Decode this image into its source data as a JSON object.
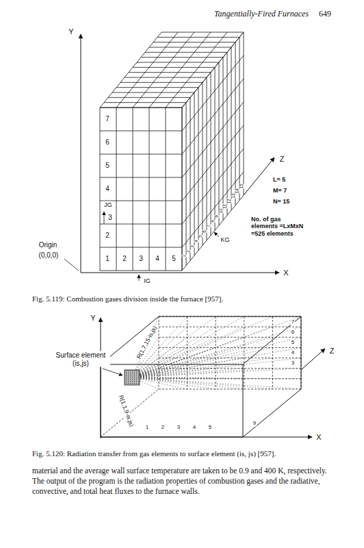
{
  "diagram": {
    "labels": [
      "Tangentially-Fired Furnaces",
      "649",
      "Y",
      "7",
      "6",
      "5",
      "4",
      "JG",
      "3",
      "2",
      "1",
      "2",
      "3",
      "4",
      "5",
      "IG",
      "Origin",
      "(0,0,0)",
      "Z",
      "L= 5",
      "M= 7",
      "N= 15",
      "1",
      "2",
      "3",
      "4",
      "5",
      "6",
      "7",
      "8",
      "9",
      "10",
      "11",
      "12",
      "13",
      "14",
      "15",
      "KG",
      "No. of gas elements =LxMxN =525 elements",
      "X",
      "Fig. 5.119: Combustion gases division inside the furnace [957].",
      "Y",
      "Surface element (is,js)",
      "R(1,7,15-is,js)",
      "R(1,1,9-is,js)",
      "Z",
      "7",
      "6",
      "5",
      "4",
      "3",
      "1",
      "2",
      "3",
      "4",
      "5",
      "9",
      "X",
      "Fig. 5.120: Radiation transfer from gas elements to surface element (is, js) [957].",
      "material and the average wall surface temperature are taken to be 0.9 and 400 K, respectively. The output of the program is the radiation properties of combustion gases and the radiative, convective, and total heat fluxes to the furnace walls."
    ]
  }
}
